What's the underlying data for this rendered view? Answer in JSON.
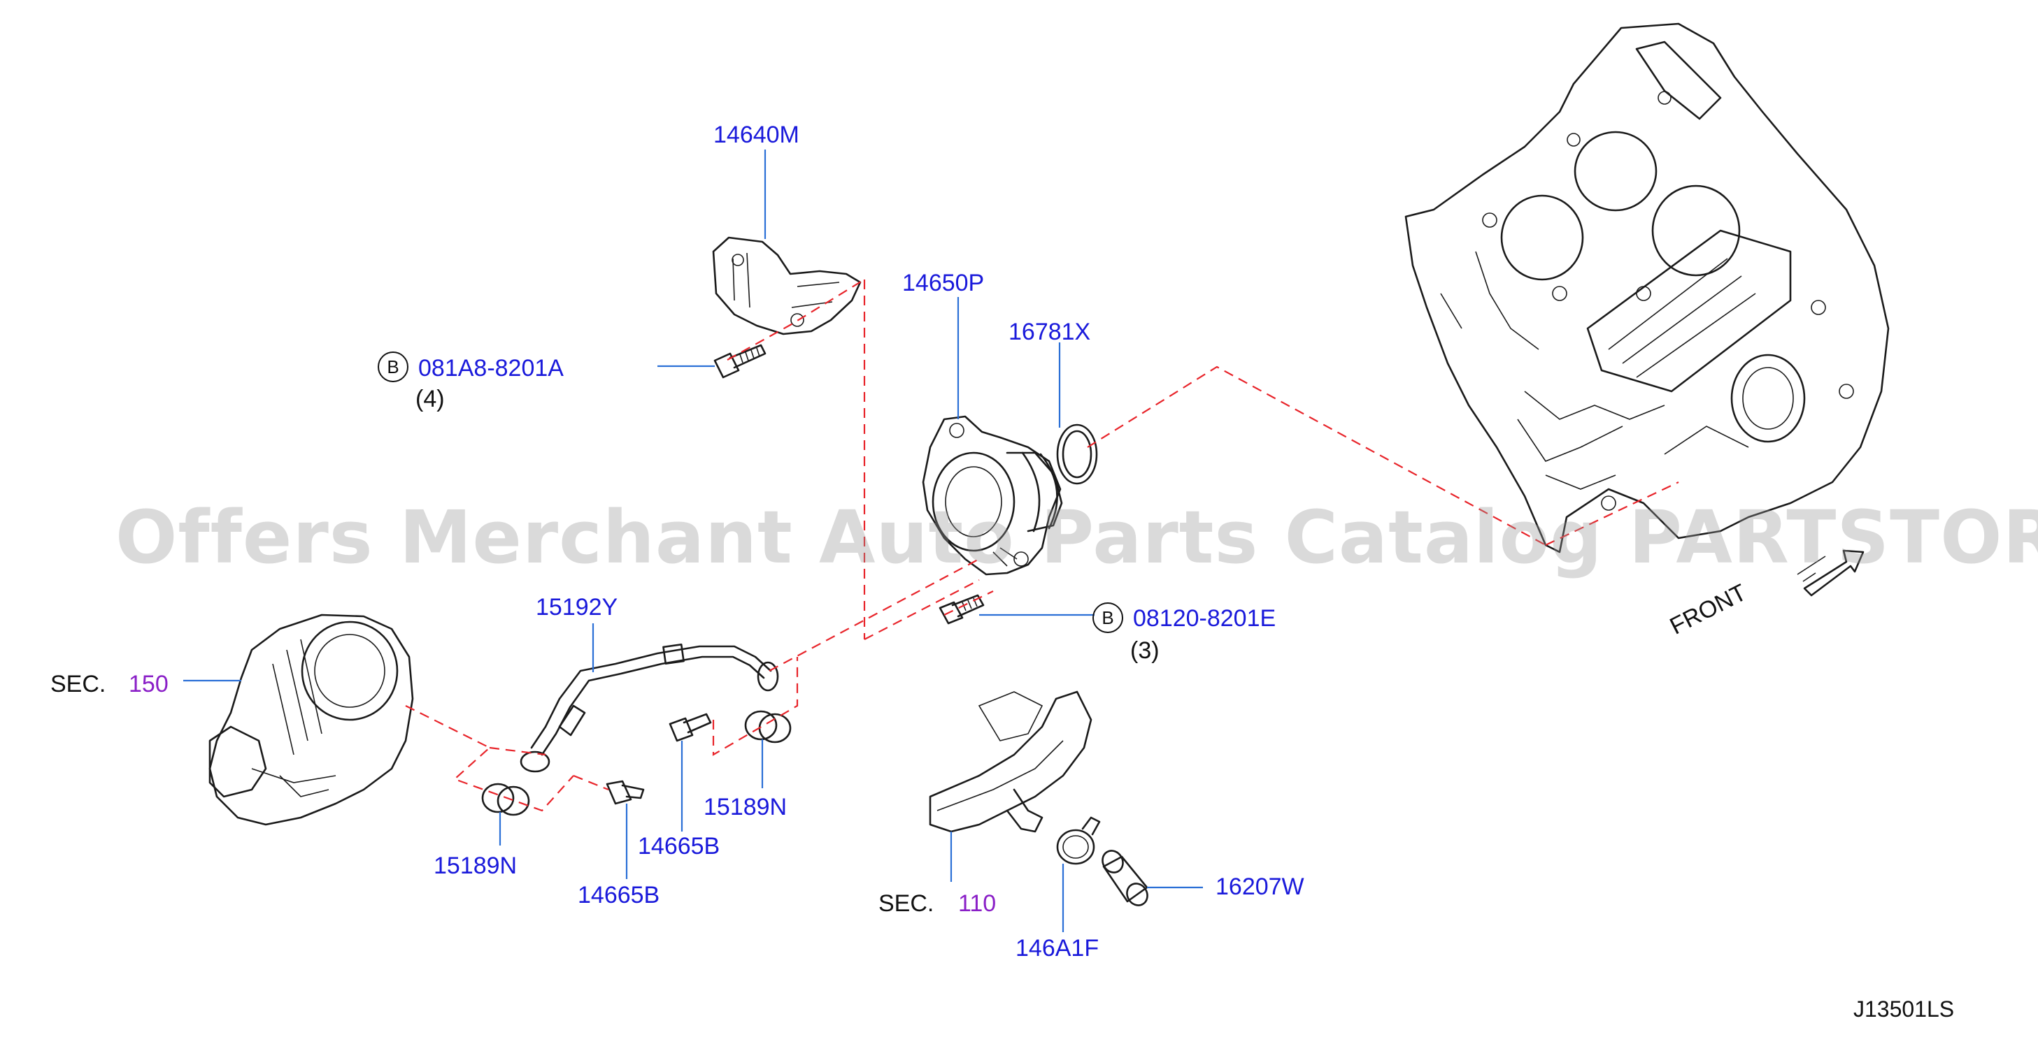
{
  "diagram": {
    "watermark": "Offers Merchant Auto Parts Catalog PARTSTORE.SA",
    "drawing_code": "J13501LS",
    "front_label": "FRONT",
    "section_refs": [
      {
        "prefix": "SEC.",
        "number": "150"
      },
      {
        "prefix": "SEC.",
        "number": "110"
      }
    ],
    "bolt_refs": [
      {
        "badge": "B",
        "part": "081A8-8201A",
        "qty": "(4)"
      },
      {
        "badge": "B",
        "part": "08120-8201E",
        "qty": "(3)"
      }
    ],
    "parts": [
      "14640M",
      "14650P",
      "16781X",
      "15192Y",
      "15189N",
      "14665B",
      "15189N",
      "14665B",
      "146A1F",
      "16207W"
    ]
  }
}
